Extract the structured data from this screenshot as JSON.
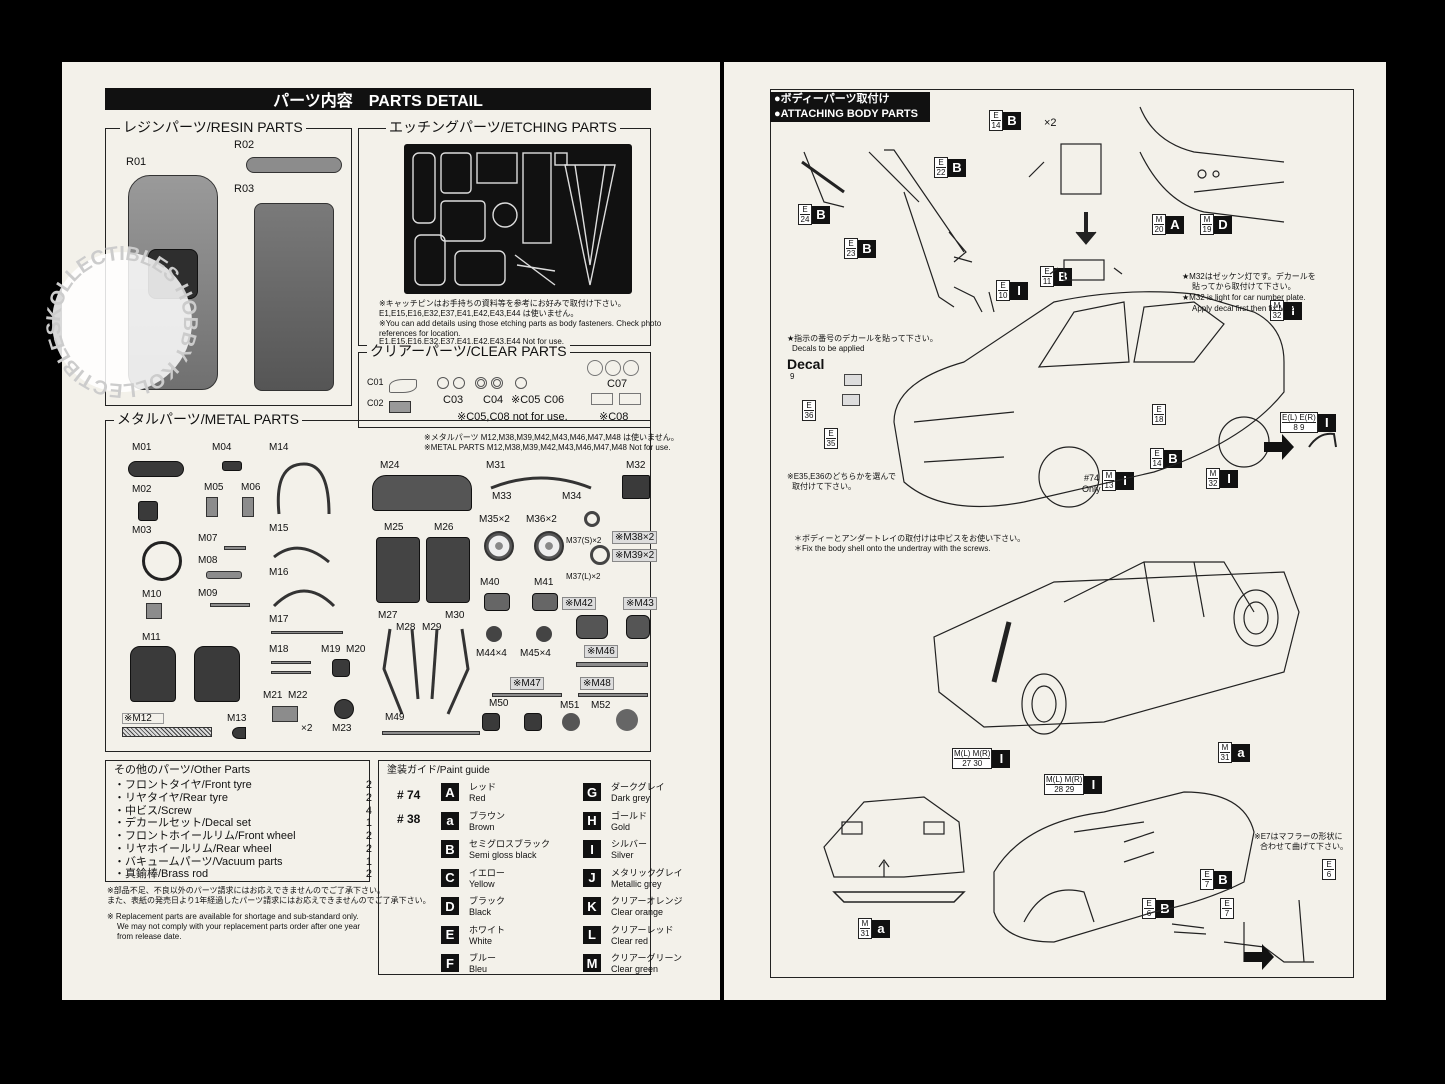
{
  "left": {
    "banner": "パーツ内容　PARTS DETAIL",
    "resin": {
      "title": "レジンパーツ/RESIN PARTS",
      "labels": [
        "R01",
        "R02",
        "R03"
      ]
    },
    "etching": {
      "title": "エッチングパーツ/ETCHING PARTS",
      "note_jp": "※キャッチピンはお手持ちの資料等を参考にお好みで取付け下さい。",
      "note_jp2": "E1,E15,E16,E32,E37,E41,E42,E43,E44 は使いません。",
      "note_en": "※You can add details using those etching parts as body fasteners. Check photo",
      "note_en2": "references for location.",
      "note_en3": "E1,E15,E16,E32,E37,E41,E42,E43,E44 Not for use."
    },
    "clear": {
      "title": "クリアーパーツ/CLEAR PARTS",
      "labels": [
        "C01",
        "C02",
        "C03",
        "C04",
        "※C05",
        "C06",
        "C07",
        "※C08"
      ],
      "note": "※C05,C08 not for use."
    },
    "metal": {
      "title": "メタルパーツ/METAL PARTS",
      "note_jp": "※メタルパーツ M12,M38,M39,M42,M43,M46,M47,M48 は使いません。",
      "note_en": "※METAL PARTS M12,M38,M39,M42,M43,M46,M47,M48 Not for use.",
      "labels": [
        "M01",
        "M02",
        "M03",
        "M04",
        "M05",
        "M06",
        "M07",
        "M08",
        "M09",
        "M10",
        "M11",
        "※M12",
        "M13",
        "M14",
        "M15",
        "M16",
        "M17",
        "M18",
        "M19",
        "M20",
        "M21",
        "M22",
        "M23",
        "M24",
        "M25",
        "M26",
        "M27",
        "M28",
        "M29",
        "M30",
        "M31",
        "M32",
        "M33",
        "M34",
        "M35×2",
        "M36×2",
        "M37(S)×2",
        "M37(L)×2",
        "M40",
        "M41",
        "M44×4",
        "M45×4",
        "M49",
        "M50",
        "M51",
        "M52"
      ],
      "x2": "×2",
      "boxed": [
        "※M38×2",
        "※M39×2",
        "※M42",
        "※M43",
        "※M46",
        "※M47",
        "※M48"
      ]
    },
    "other": {
      "title": "その他のパーツ/Other Parts",
      "items": [
        {
          "name": "・フロントタイヤ/Front tyre",
          "qty": "2"
        },
        {
          "name": "・リヤタイヤ/Rear tyre",
          "qty": "2"
        },
        {
          "name": "・中ビス/Screw",
          "qty": "4"
        },
        {
          "name": "・デカールセット/Decal set",
          "qty": "1"
        },
        {
          "name": "・フロントホイールリム/Front wheel",
          "qty": "2"
        },
        {
          "name": "・リヤホイールリム/Rear wheel",
          "qty": "2"
        },
        {
          "name": "・バキュームパーツ/Vacuum parts",
          "qty": "1"
        },
        {
          "name": "・真鍮棒/Brass rod",
          "qty": "2"
        }
      ],
      "note1": "※部品不足、不良以外のパーツ請求にはお応えできませんのでご了承下さい。",
      "note2": "また、表紙の発売日より1年経過したパーツ請求にはお応えできませんのでご了承下さい。",
      "note3": "※ Replacement parts are available for shortage and sub-standard only.",
      "note4": "We may not comply with your replacement parts order after one year",
      "note5": "from release date."
    },
    "paint": {
      "title": "塗装ガイド/Paint guide",
      "car_codes": [
        {
          "num": "# 74",
          "code": "A"
        },
        {
          "num": "# 38",
          "code": "a"
        }
      ],
      "left_col": [
        {
          "code": "A",
          "jp": "レッド",
          "en": "Red"
        },
        {
          "code": "a",
          "jp": "ブラウン",
          "en": "Brown"
        },
        {
          "code": "B",
          "jp": "セミグロスブラック",
          "en": "Semi gloss black"
        },
        {
          "code": "C",
          "jp": "イエロー",
          "en": "Yellow"
        },
        {
          "code": "D",
          "jp": "ブラック",
          "en": "Black"
        },
        {
          "code": "E",
          "jp": "ホワイト",
          "en": "White"
        },
        {
          "code": "F",
          "jp": "ブルー",
          "en": "Bleu"
        }
      ],
      "right_col": [
        {
          "code": "G",
          "jp": "ダークグレイ",
          "en": "Dark grey"
        },
        {
          "code": "H",
          "jp": "ゴールド",
          "en": "Gold"
        },
        {
          "code": "I",
          "jp": "シルバー",
          "en": "Silver"
        },
        {
          "code": "J",
          "jp": "メタリックグレイ",
          "en": "Metallic grey"
        },
        {
          "code": "K",
          "jp": "クリアーオレンジ",
          "en": "Clear orange"
        },
        {
          "code": "L",
          "jp": "クリアーレッド",
          "en": "Clear red"
        },
        {
          "code": "M",
          "jp": "クリアーグリーン",
          "en": "Clear green"
        }
      ]
    }
  },
  "right": {
    "header_jp": "●ボディーパーツ取付け",
    "header_en": "●ATTACHING BODY PARTS",
    "x2": "×2",
    "note_m32_1": "★M32はゼッケン灯です。デカールを",
    "note_m32_2": "貼ってから取付けて下さい。",
    "note_m32_3": "★M32 is light for car number plate.",
    "note_m32_4": "Apply decal first then fix M32.",
    "decal_note_jp": "★指示の番号のデカールを貼って下さい。",
    "decal_note_en": "Decals to be applied",
    "decal_label": "Decal",
    "decal_num": "9",
    "e35_note1": "※E35,E36のどちらかを選んで",
    "e35_note2": "取付けて下さい。",
    "only_label": "#74",
    "only_label2": "Only",
    "screw_note_jp": "＊ボディーとアンダートレイの取付けは中ビスをお使い下さい。",
    "screw_note_en": "＊Fix the body shell onto the undertray with the screws.",
    "e7_note1": "※E7はマフラーの形状に",
    "e7_note2": "合わせて曲げて下さい。",
    "refs": [
      {
        "id": "e14b",
        "top": "E",
        "bot": "14",
        "code": "B"
      },
      {
        "id": "e22b",
        "top": "E",
        "bot": "22",
        "code": "B"
      },
      {
        "id": "e24b",
        "top": "E",
        "bot": "24",
        "code": "B"
      },
      {
        "id": "e23b",
        "top": "E",
        "bot": "23",
        "code": "B"
      },
      {
        "id": "m20a",
        "top": "M",
        "bot": "20",
        "code": "A"
      },
      {
        "id": "m19d",
        "top": "M",
        "bot": "19",
        "code": "D"
      },
      {
        "id": "e10i",
        "top": "E",
        "bot": "10",
        "code": "I"
      },
      {
        "id": "e11b",
        "top": "E",
        "bot": "11",
        "code": "B"
      },
      {
        "id": "m32i",
        "top": "M",
        "bot": "32",
        "code": "I"
      },
      {
        "id": "e36",
        "top": "E",
        "bot": "36",
        "code": ""
      },
      {
        "id": "e35",
        "top": "E",
        "bot": "35",
        "code": ""
      },
      {
        "id": "e18",
        "top": "E",
        "bot": "18",
        "code": ""
      },
      {
        "id": "e14b2",
        "top": "E",
        "bot": "14",
        "code": "B"
      },
      {
        "id": "m13i",
        "top": "M",
        "bot": "13",
        "code": "I"
      },
      {
        "id": "m32i2",
        "top": "M",
        "bot": "32",
        "code": "I"
      },
      {
        "id": "e89i",
        "top": "E(L)  E(R)",
        "bot": "8    9",
        "code": "I"
      },
      {
        "id": "m2730i",
        "top": "M(L)  M(R)",
        "bot": "27    30",
        "code": "I"
      },
      {
        "id": "m2829i",
        "top": "M(L)  M(R)",
        "bot": "28    29",
        "code": "I"
      },
      {
        "id": "m31a",
        "top": "M",
        "bot": "31",
        "code": "a"
      },
      {
        "id": "e7b",
        "top": "E",
        "bot": "7",
        "code": "B"
      },
      {
        "id": "e6",
        "top": "E",
        "bot": "6",
        "code": ""
      },
      {
        "id": "e6b",
        "top": "E",
        "bot": "6",
        "code": "B"
      },
      {
        "id": "e7",
        "top": "E",
        "bot": "7",
        "code": ""
      },
      {
        "id": "m31a2",
        "top": "M",
        "bot": "31",
        "code": "a"
      }
    ]
  },
  "watermark": "KOLLECTIBLES HOBBY KOLLECTIBLES HOBBY"
}
